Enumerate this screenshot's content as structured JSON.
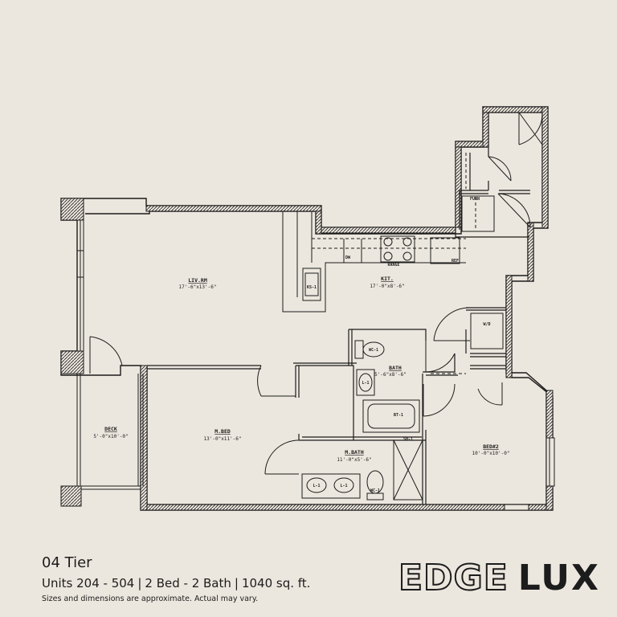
{
  "plan": {
    "rooms": [
      {
        "id": "liv",
        "label": "LIV.RM",
        "dims": "17'-6\"x13'-6\""
      },
      {
        "id": "kit",
        "label": "KIT.",
        "dims": "17'-0\"x8'-6\""
      },
      {
        "id": "bath",
        "label": "BATH",
        "dims": "5'-6\"x8'-6\""
      },
      {
        "id": "mbed",
        "label": "M.BED",
        "dims": "13'-0\"x11'-6\""
      },
      {
        "id": "mbath",
        "label": "M.BATH",
        "dims": "11'-0\"x5'-6\""
      },
      {
        "id": "bed2",
        "label": "BED#2",
        "dims": "10'-0\"x10'-0\""
      },
      {
        "id": "deck",
        "label": "DECK",
        "dims": "5'-0\"x10'-0\""
      }
    ],
    "fixtures": {
      "furn": "FURN",
      "wd": "W/D",
      "dw": "DW",
      "range": "RANGE",
      "ref": "REF",
      "ks": "KS-1",
      "wc": "WC-1",
      "bt": "BT-1",
      "sh": "SH-1",
      "lav": "L-1",
      "lav2": "L-1",
      "wc2": "WC-1",
      "lav_bath": "L-1"
    }
  },
  "footer": {
    "tier": "04 Tier",
    "units": "Units 204 - 504",
    "beds": "2 Bed - 2 Bath",
    "area": "1040 sq. ft.",
    "sep": "|",
    "note": "Sizes and dimensions are approximate. Actual may vary."
  },
  "brand": {
    "part1": "EDGE",
    "part2": "LUX"
  }
}
